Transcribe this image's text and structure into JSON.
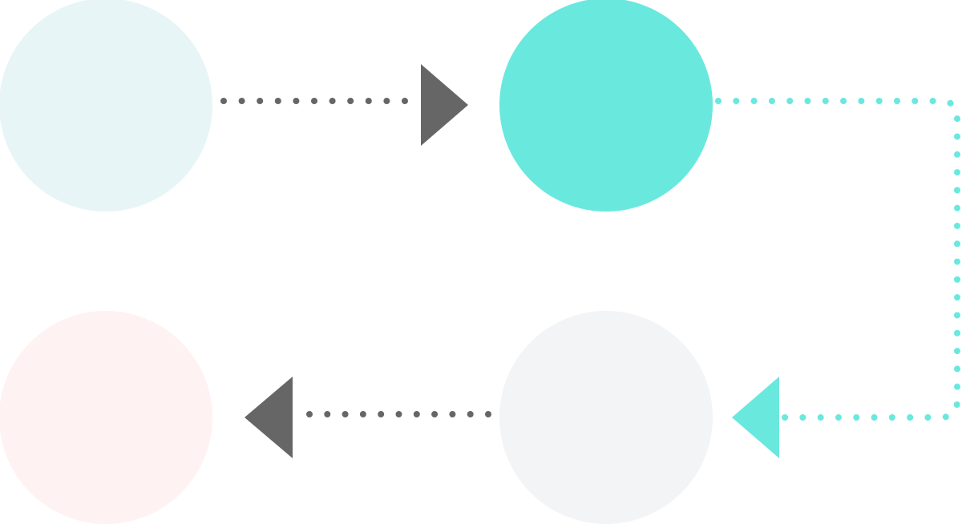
{
  "diagram": {
    "nodes": [
      {
        "id": "top-left",
        "color": "#e7f5f7"
      },
      {
        "id": "top-right",
        "color": "#69e8de"
      },
      {
        "id": "bottom-right",
        "color": "#f3f4f6"
      },
      {
        "id": "bottom-left",
        "color": "#fef2f2"
      }
    ],
    "connectors": [
      {
        "from": "top-left",
        "to": "top-right",
        "style": "dotted",
        "color": "#666666",
        "arrow": "right"
      },
      {
        "from": "top-right",
        "to": "bottom-right",
        "style": "dotted",
        "color": "#69e8de",
        "arrow": "left",
        "route": "around-right"
      },
      {
        "from": "bottom-right",
        "to": "bottom-left",
        "style": "dotted",
        "color": "#666666",
        "arrow": "left"
      }
    ]
  }
}
